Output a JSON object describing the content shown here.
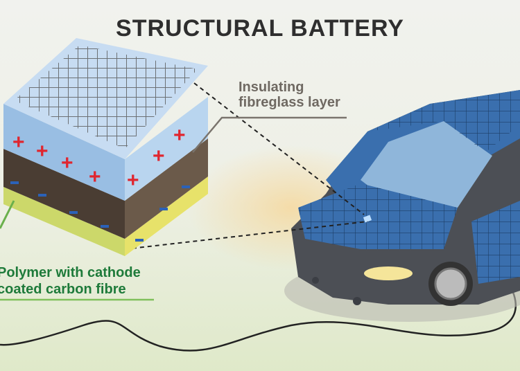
{
  "title": "STRUCTURAL BATTERY",
  "labels": {
    "insulating": [
      "Insulating",
      "fibreglass layer"
    ],
    "polymer": [
      "Polymer with cathode",
      "coated carbon fibre"
    ]
  },
  "colors": {
    "title": "#2e2e2e",
    "insulating_label": "#6f6962",
    "polymer_label": "#1e7a3a",
    "car_body": "#3a6fae",
    "cathode_marks": "#e0262f",
    "anode_marks": "#2b62b8"
  }
}
